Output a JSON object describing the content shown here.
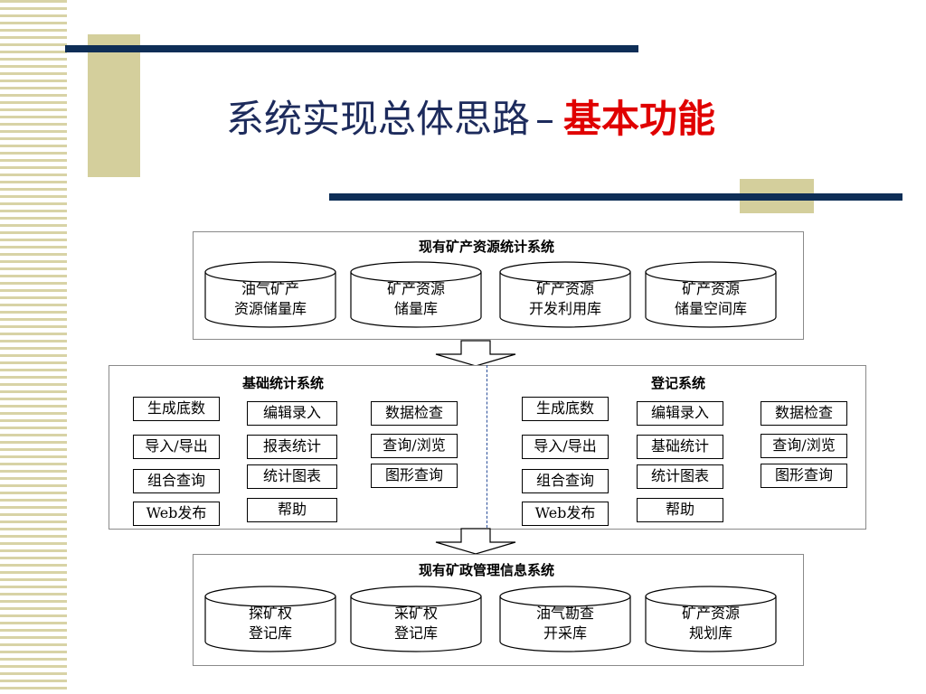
{
  "slide": {
    "title_main": "系统实现总体思路",
    "title_dash": "–",
    "title_highlight": "基本功能",
    "colors": {
      "navy": "#0e2e57",
      "tan": "#d4cf9c",
      "title_text": "#1d2b5c",
      "highlight": "#e00000"
    }
  },
  "top_panel": {
    "title": "现有矿产资源统计系统",
    "databases": [
      "油气矿产\n资源储量库",
      "矿产资源\n储量库",
      "矿产资源\n开发利用库",
      "矿产资源\n储量空间库"
    ]
  },
  "middle_panel": {
    "left": {
      "title": "基础统计系统",
      "col1": [
        "生成底数",
        "导入/导出",
        "组合查询",
        "Web发布"
      ],
      "col2": [
        "编辑录入",
        "报表统计",
        "统计图表",
        "帮助"
      ],
      "col3": [
        "数据检查",
        "查询/浏览",
        "图形查询"
      ]
    },
    "right": {
      "title": "登记系统",
      "col1": [
        "生成底数",
        "导入/导出",
        "组合查询",
        "Web发布"
      ],
      "col2": [
        "编辑录入",
        "基础统计",
        "统计图表",
        "帮助"
      ],
      "col3": [
        "数据检查",
        "查询/浏览",
        "图形查询"
      ]
    }
  },
  "bottom_panel": {
    "title": "现有矿政管理信息系统",
    "databases": [
      "探矿权\n登记库",
      "采矿权\n登记库",
      "油气勘查\n开采库",
      "矿产资源\n规划库"
    ]
  }
}
